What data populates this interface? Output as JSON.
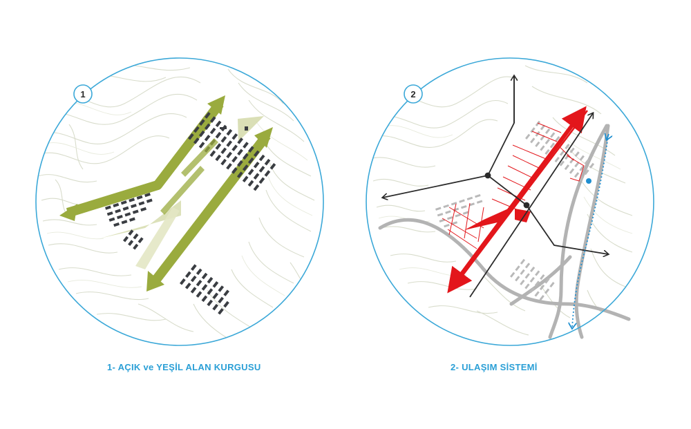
{
  "colors": {
    "circle": "#3ba8d8",
    "caption": "#2a9fd6",
    "topo": "#d8dccb",
    "green": "#9aab3e",
    "greenLight": "#d6dcae",
    "building": "#3a3d42",
    "buildingLight": "#b9b9b9",
    "red": "#e3161b",
    "road": "#2b2b2b",
    "highway": "#b3b3b3",
    "blue": "#1f8fd0"
  },
  "panels": [
    {
      "badge": "1",
      "caption": "1- AÇIK ve YEŞİL ALAN KURGUSU"
    },
    {
      "badge": "2",
      "caption": "2- ULAŞIM SİSTEMİ"
    }
  ]
}
